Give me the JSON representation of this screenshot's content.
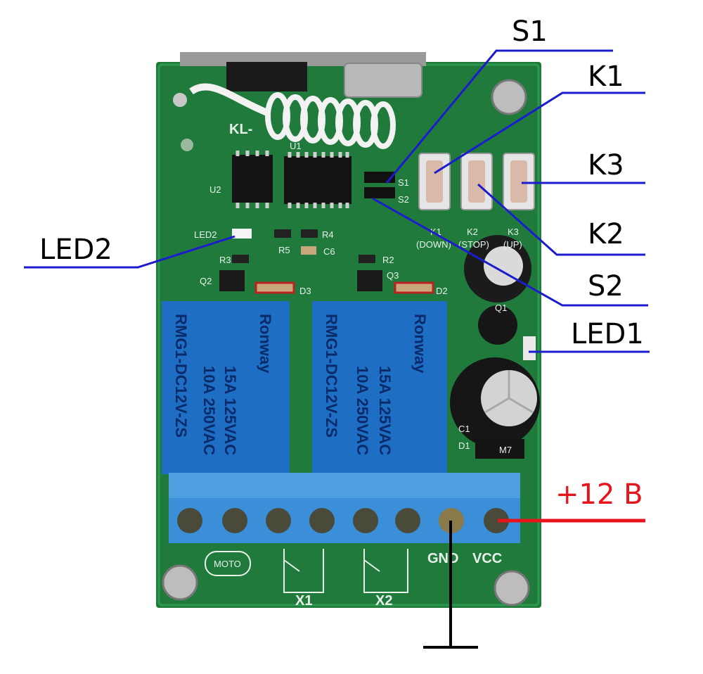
{
  "callouts": {
    "s1": "S1",
    "k1": "K1",
    "k3": "K3",
    "led2": "LED2",
    "k2": "K2",
    "s2": "S2",
    "led1": "LED1",
    "power": "+12 B"
  },
  "silkscreen": {
    "kl": "KL-",
    "u1": "U1",
    "u2": "U2",
    "s1": "S1",
    "s2": "S2",
    "led2": "LED2",
    "r4": "R4",
    "r5": "R5",
    "c6": "C6",
    "r3": "R3",
    "r2": "R2",
    "q2": "Q2",
    "q3": "Q3",
    "d3": "D3",
    "d2": "D2",
    "q1": "Q1",
    "c1": "C1",
    "d1": "D1",
    "k1": "K1",
    "k2": "K2",
    "k3": "K3",
    "down": "(DOWN)",
    "stop": "(STOP)",
    "up": "(UP)",
    "gnd": "GND",
    "vcc": "VCC",
    "moto": "MOTO",
    "x1": "X1",
    "x2": "X2",
    "m7": "M7"
  },
  "relay": {
    "model": "RMG1-DC12V-ZS",
    "brand": "Ronway",
    "rating1": "15A 125VAC",
    "rating2": "10A 250VAC"
  },
  "colors": {
    "pcb": "#1f7a3c",
    "callout_line": "#1c1ccc",
    "power_line": "#e8141c",
    "ground_line": "#000000",
    "relay": "#1e6fc4",
    "terminal": "#3a8fd8"
  }
}
